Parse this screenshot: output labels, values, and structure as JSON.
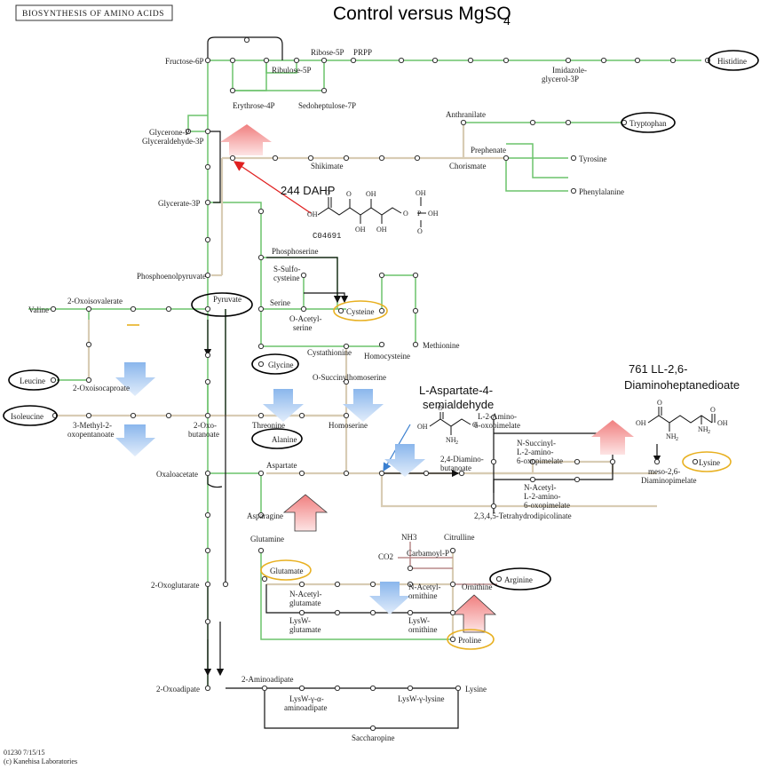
{
  "header": {
    "box_label": "BIOSYNTHESIS OF AMINO ACIDS",
    "title": "Control versus MgSO",
    "title_sub": "4"
  },
  "footer": {
    "line1": "01230 7/15/15",
    "line2": "(c) Kanehisa Laboratories"
  },
  "metabolites": {
    "fructose6p": "Fructose-6P",
    "ribose5p": "Ribose-5P",
    "prpp": "PRPP",
    "ribulose5p": "Ribulose-5P",
    "imidazole": "Imidazole-",
    "imidazole2": "glycerol-3P",
    "histidine": "Histidine",
    "erythrose4p": "Erythrose-4P",
    "sedoheptulose": "Sedoheptulose-7P",
    "anthranilate": "Anthranilate",
    "tryptophan": "Tryptophan",
    "glyceronep": "Glycerone-P",
    "glyceraldehyde": "Glyceraldehyde-3P",
    "prephenate": "Prephenate",
    "tyrosine": "Tyrosine",
    "shikimate": "Shikimate",
    "chorismate": "Chorismate",
    "phenylalanine": "Phenylalanine",
    "glycerate3p": "Glycerate-3P",
    "phosphoserine": "Phosphoserine",
    "ssulfo": "S-Sulfo-",
    "ssulfo2": "cysteine",
    "pep": "Phosphoenolpyruvate",
    "oxoisovalerate": "2-Oxoisovalerate",
    "valine": "Valine",
    "pyruvate": "Pyruvate",
    "serine": "Serine",
    "cysteine": "Cysteine",
    "oacetyl": "O-Acetyl-",
    "oacetyl2": "serine",
    "methionine": "Methionine",
    "cystathionine": "Cystathionine",
    "homocysteine": "Homocysteine",
    "leucine": "Leucine",
    "oxoisocaproate": "2-Oxoisocaproate",
    "glycine": "Glycine",
    "osuccinyl": "O-Succinylhomoserine",
    "isoleucine": "Isoleucine",
    "methyloxo": "3-Methyl-2-",
    "methyloxo2": "oxopentanoate",
    "oxobutanoate": "2-Oxo-",
    "oxobutanoate2": "butanoate",
    "threonine": "Threonine",
    "homoserine": "Homoserine",
    "alanine": "Alanine",
    "l2amino": "L-2-Amino-",
    "l2amino2": "6-oxopimelate",
    "oxaloacetate": "Oxaloacetate",
    "aspartate": "Aspartate",
    "diaminobutanoate": "2,4-Diamino-",
    "diaminobutanoate2": "butanoate",
    "nsuccinyl": "N-Succinyl-",
    "nsuccinyl2": "L-2-amino-",
    "nsuccinyl3": "6-oxopimelate",
    "nacetyl": "N-Acetyl-",
    "nacetyl2": "L-2-amino-",
    "nacetyl3": "6-oxopimelate",
    "lysine": "Lysine",
    "meso": "meso-2,6-",
    "meso2": "Diaminopimelate",
    "asparagine": "Asparagine",
    "tetrahydro": "2,3,4,5-Tetrahydrodipicolinate",
    "glutamine": "Glutamine",
    "nh3": "NH3",
    "citrulline": "Citrulline",
    "co2": "CO2",
    "carbamoyl": "Carbamoyl-P",
    "glutamate": "Glutamate",
    "oxoglutarate": "2-Oxoglutarate",
    "nacetylglu": "N-Acetyl-",
    "nacetylglu2": "glutamate",
    "nacetylorn": "N-Acetyl-",
    "nacetylorn2": "ornithine",
    "ornithine": "Ornithine",
    "arginine": "Arginine",
    "lyswglu": "LysW-",
    "lyswglu2": "glutamate",
    "lysworn": "LysW-",
    "lysworn2": "ornithine",
    "proline": "Proline",
    "aminoadipate": "2-Aminoadipate",
    "oxoadipate": "2-Oxoadipate",
    "lysine_bottom": "Lysine",
    "lysw_ga": "LysW-γ-α-",
    "lysw_ga2": "aminoadipate",
    "lysw_gl": "LysW-γ-lysine",
    "saccharopine": "Saccharopine"
  },
  "annotations": {
    "dahp": "244 DAHP",
    "c04691": "C04691",
    "laspartate": "L-Aspartate-4-",
    "laspartate2": "semialdehyde",
    "ll26": "761 LL-2,6-",
    "ll26b": "Diaminoheptanedioate"
  },
  "chemistry": {
    "oh": "OH",
    "o": "O",
    "p": "P",
    "nh2": "NH",
    "nh2_sub": "2"
  },
  "colors": {
    "up_arrow": "#f29a9a",
    "down_arrow": "#aac8f0",
    "green_edge": "#6cc36c",
    "beige_edge": "#d8ccb4",
    "highlight_black": "#000000",
    "highlight_orange": "#e8b020"
  }
}
